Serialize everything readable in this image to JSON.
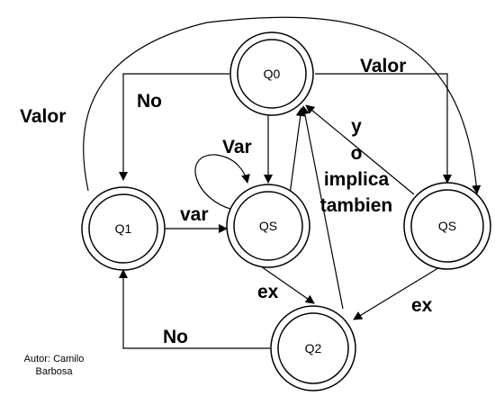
{
  "states": {
    "q0": "Q0",
    "q1": "Q1",
    "qs_center": "QS",
    "qs_right": "QS",
    "q2": "Q2"
  },
  "edge_labels": {
    "valor_left": "Valor",
    "valor_right": "Valor",
    "no_top": "No",
    "var_loop": "Var",
    "var_q1": "var",
    "conn_y": "y",
    "conn_o": "o",
    "conn_implica": "implica",
    "conn_tambien": "tambien",
    "ex_center": "ex",
    "ex_right": "ex",
    "no_bottom": "No"
  },
  "author": {
    "line1": "Autor: Camilo",
    "line2": "Barbosa"
  }
}
